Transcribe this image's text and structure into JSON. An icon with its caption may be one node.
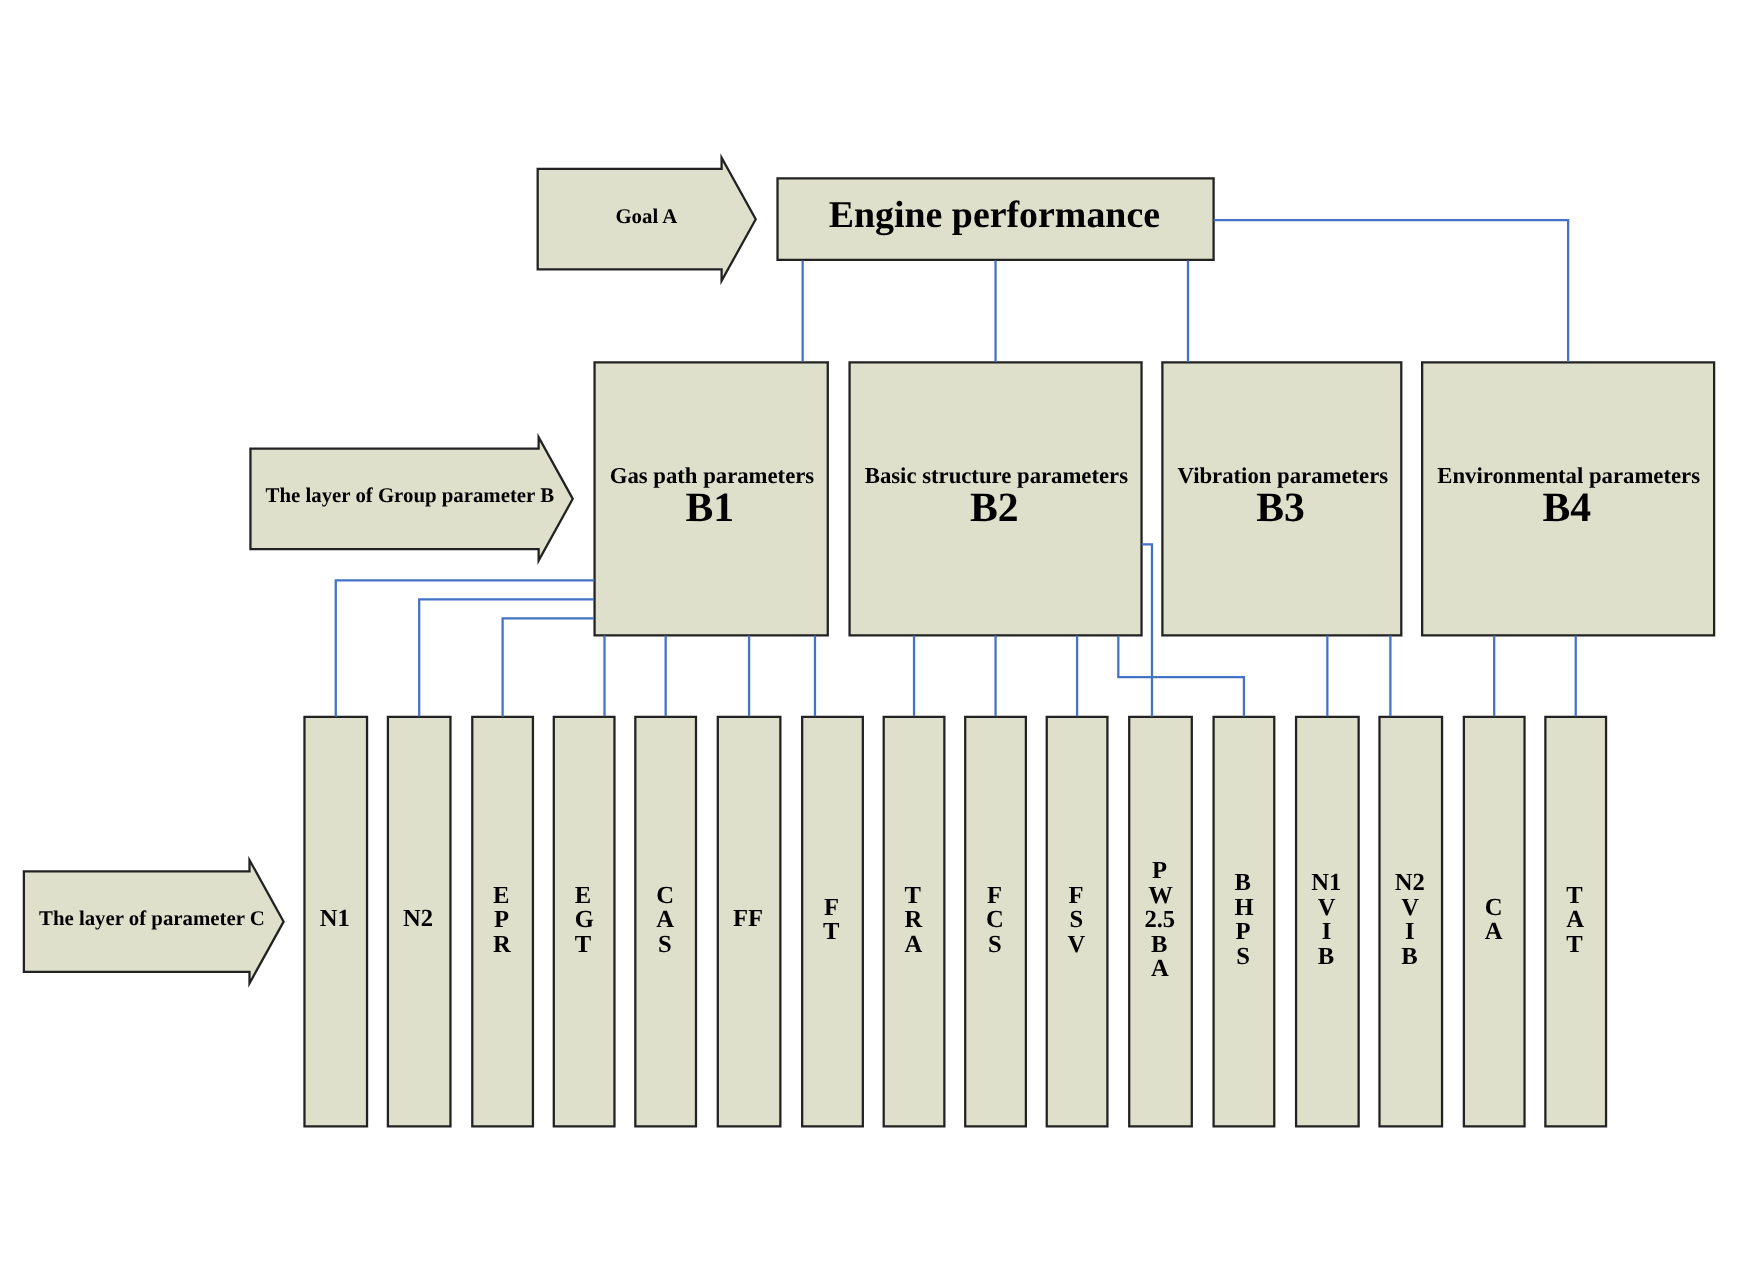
{
  "diagram": {
    "nodes": [
      {
        "text": [
          "Goal A"
        ]
      },
      {
        "text": [
          "Engine performance"
        ]
      },
      {
        "text": [
          "The layer of Group parameter B"
        ]
      },
      {
        "text": [
          "Gas path parameters",
          "B1"
        ]
      },
      {
        "text": [
          "Basic structure parameters",
          "B2"
        ]
      },
      {
        "text": [
          "Vibration parameters",
          "B3"
        ]
      },
      {
        "text": [
          "Environmental parameters",
          "B4"
        ]
      },
      {
        "text": [
          "The layer of parameter C"
        ]
      },
      {
        "text": [
          "N1"
        ]
      },
      {
        "text": [
          "N2"
        ]
      },
      {
        "text": [
          "E P R"
        ]
      },
      {
        "text": [
          "E G T"
        ]
      },
      {
        "text": [
          "C A S"
        ]
      },
      {
        "text": [
          "FF"
        ]
      },
      {
        "text": [
          "F T"
        ]
      },
      {
        "text": [
          "T R A"
        ]
      },
      {
        "text": [
          "F C S"
        ]
      },
      {
        "text": [
          "F S V"
        ]
      },
      {
        "text": [
          "P W 2.5 B A"
        ]
      },
      {
        "text": [
          "B H P S"
        ]
      },
      {
        "text": [
          "N1 V I B"
        ]
      },
      {
        "text": [
          "N2 V I B"
        ]
      },
      {
        "text": [
          "C A"
        ]
      },
      {
        "text": [
          "T A T"
        ]
      }
    ],
    "edges": [
      {
        "from": 1,
        "to": 3,
        "arrow": "none"
      },
      {
        "from": 1,
        "to": 4,
        "arrow": "none"
      },
      {
        "from": 1,
        "to": 5,
        "arrow": "none"
      },
      {
        "from": 1,
        "to": 6,
        "arrow": "none"
      },
      {
        "from": 3,
        "to": 8,
        "arrow": "none"
      },
      {
        "from": 3,
        "to": 9,
        "arrow": "none"
      },
      {
        "from": 3,
        "to": 10,
        "arrow": "none"
      },
      {
        "from": 3,
        "to": 11,
        "arrow": "none"
      },
      {
        "from": 3,
        "to": 12,
        "arrow": "none"
      },
      {
        "from": 3,
        "to": 13,
        "arrow": "none"
      },
      {
        "from": 3,
        "to": 14,
        "arrow": "none"
      },
      {
        "from": 4,
        "to": 15,
        "arrow": "none"
      },
      {
        "from": 4,
        "to": 16,
        "arrow": "none"
      },
      {
        "from": 4,
        "to": 17,
        "arrow": "none"
      },
      {
        "from": 4,
        "to": 18,
        "arrow": "none"
      },
      {
        "from": 4,
        "to": 19,
        "arrow": "none"
      },
      {
        "from": 5,
        "to": 20,
        "arrow": "none"
      },
      {
        "from": 5,
        "to": 21,
        "arrow": "none"
      },
      {
        "from": 6,
        "to": 22,
        "arrow": "none"
      },
      {
        "from": 6,
        "to": 23,
        "arrow": "none"
      }
    ]
  }
}
